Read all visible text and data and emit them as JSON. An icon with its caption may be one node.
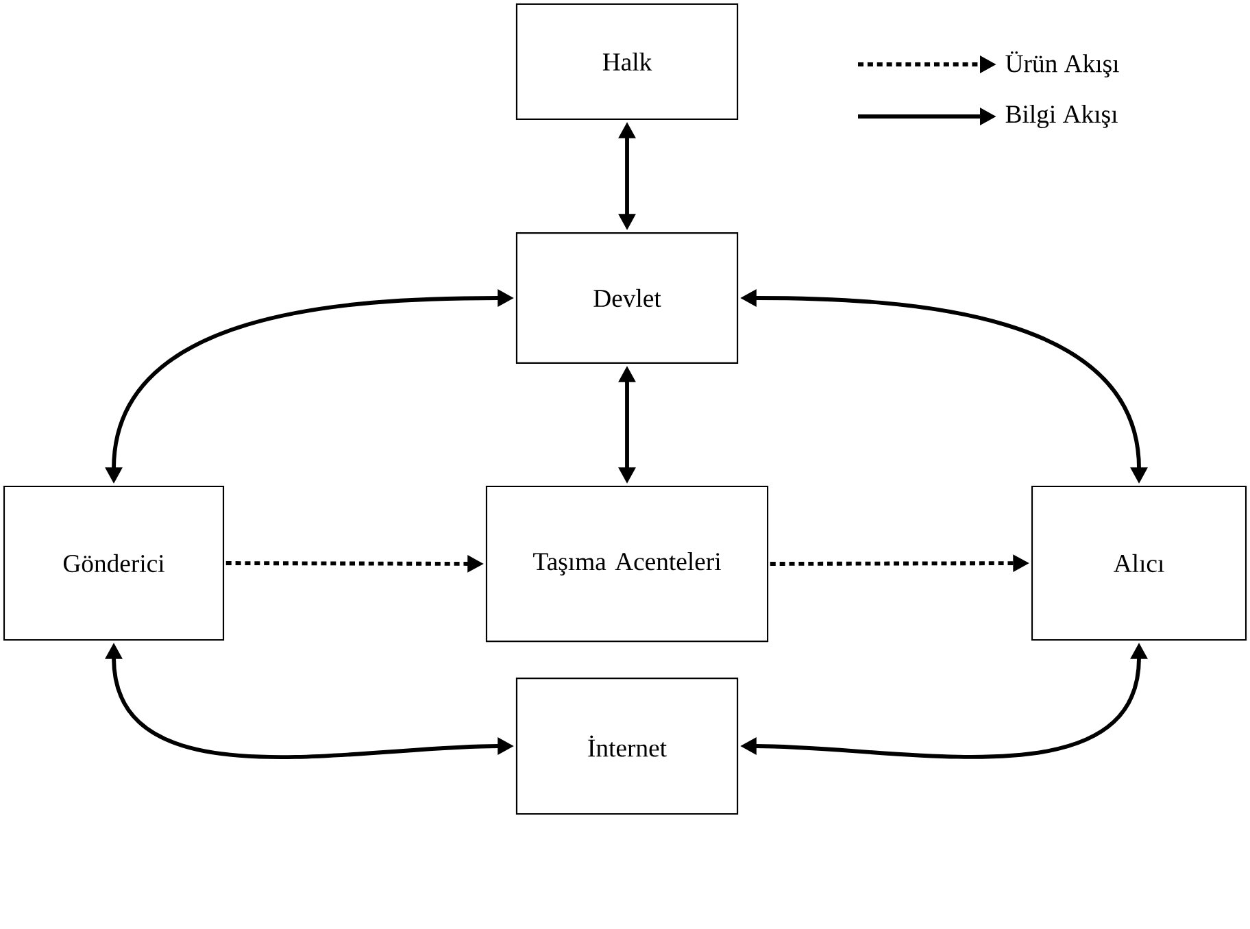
{
  "diagram": {
    "nodes": [
      {
        "text": [
          "Halk"
        ]
      },
      {
        "text": [
          "Devlet"
        ]
      },
      {
        "text": [
          "Gönderici"
        ]
      },
      {
        "text": [
          "Taşıma Acenteleri"
        ]
      },
      {
        "text": [
          "Alıcı"
        ]
      },
      {
        "text": [
          "İnternet"
        ]
      }
    ],
    "edges": [
      {
        "from": 0,
        "to": 1,
        "arrow": "both"
      },
      {
        "from": 1,
        "to": 2,
        "arrow": "both"
      },
      {
        "from": 1,
        "to": 4,
        "arrow": "both"
      },
      {
        "from": 1,
        "to": 3,
        "arrow": "both"
      },
      {
        "from": 2,
        "to": 3,
        "arrow": "to",
        "style": "dashed"
      },
      {
        "from": 3,
        "to": 4,
        "arrow": "to",
        "style": "dashed"
      },
      {
        "from": 2,
        "to": 5,
        "arrow": "both"
      },
      {
        "from": 4,
        "to": 5,
        "arrow": "both"
      }
    ],
    "legend": [
      {
        "text": "Ürün Akışı"
      },
      {
        "text": "Bilgi Akışı"
      }
    ]
  }
}
